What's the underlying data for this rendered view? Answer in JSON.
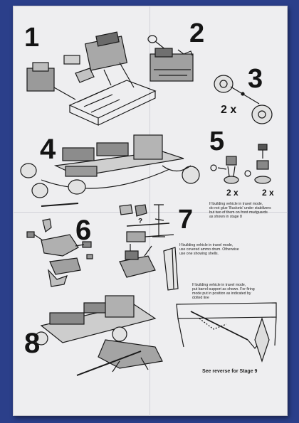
{
  "stages": [
    {
      "number": "1"
    },
    {
      "number": "2"
    },
    {
      "number": "3"
    },
    {
      "number": "4"
    },
    {
      "number": "5"
    },
    {
      "number": "6"
    },
    {
      "number": "7"
    },
    {
      "number": "8"
    }
  ],
  "quantities": {
    "stage3": "2 x",
    "stage5_left": "2 x",
    "stage5_right": "2 x"
  },
  "callout": "?",
  "notes": {
    "stage5": [
      "If building vehicle in travel mode,",
      "do not glue 'Buckets' under stabilizers",
      "but two of them on front mudguards",
      "as shown in stage 8"
    ],
    "stage7": [
      "If building vehicle in travel mode,",
      "use covered ammo drum. Otherwise",
      "use one showing shells."
    ],
    "barrel": [
      "If building vehicle in travel mode,",
      "put barrel-support as shown. For firing",
      "mode put in position as indicated by",
      "dotted line"
    ],
    "footer": "See reverse for Stage 9"
  },
  "colors": {
    "page": "#eeeef0",
    "ink": "#141414",
    "background": "#2b3f8a"
  }
}
